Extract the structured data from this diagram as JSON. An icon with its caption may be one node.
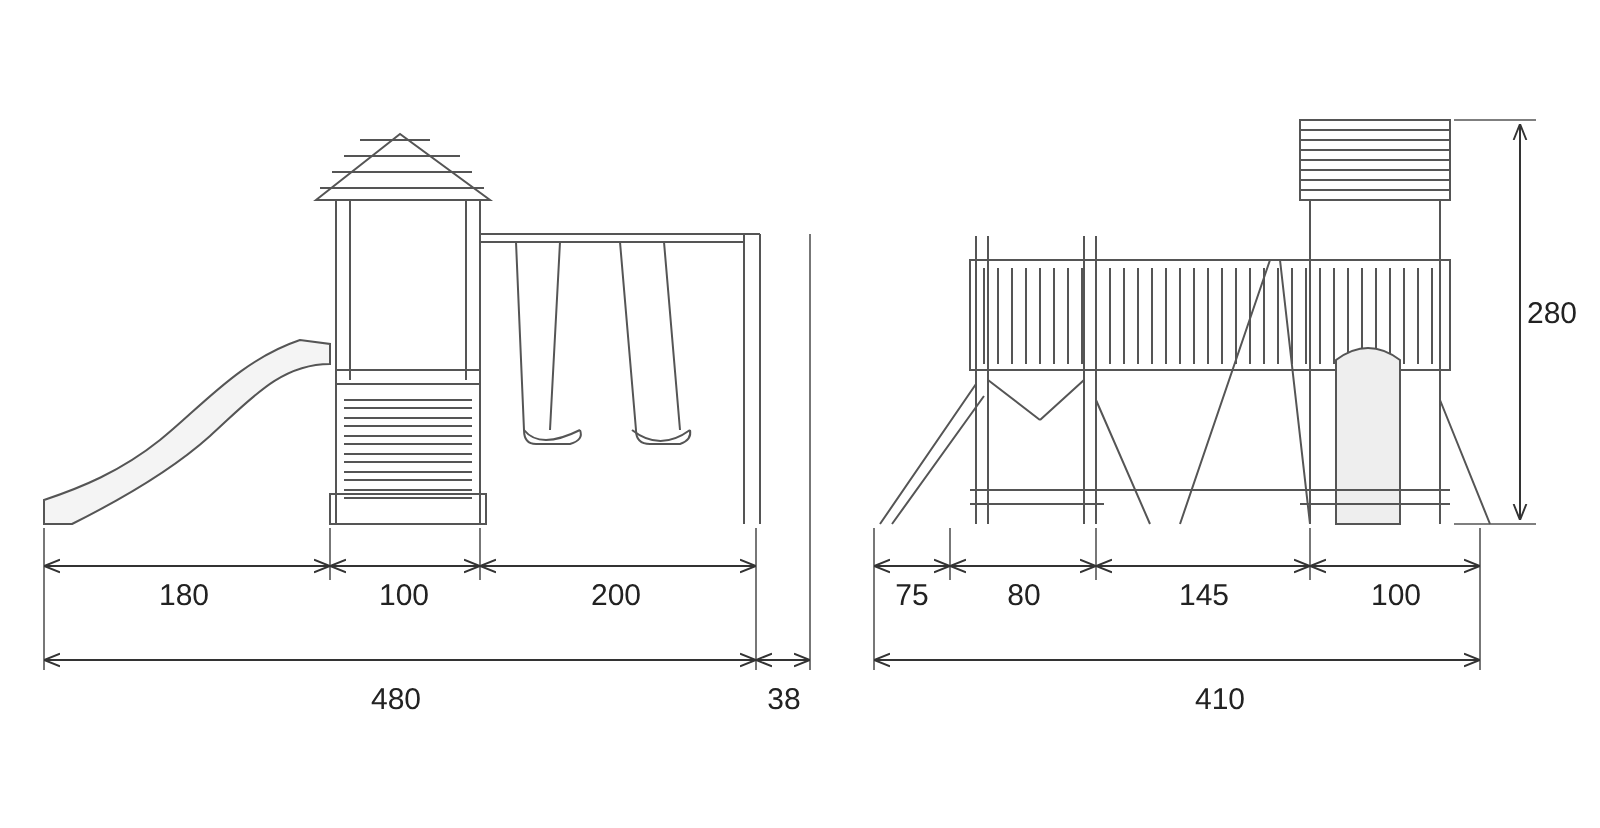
{
  "diagram": {
    "labels": [
      "280",
      "180",
      "100",
      "200",
      "75",
      "80",
      "145",
      "100",
      "480",
      "38",
      "410"
    ]
  }
}
